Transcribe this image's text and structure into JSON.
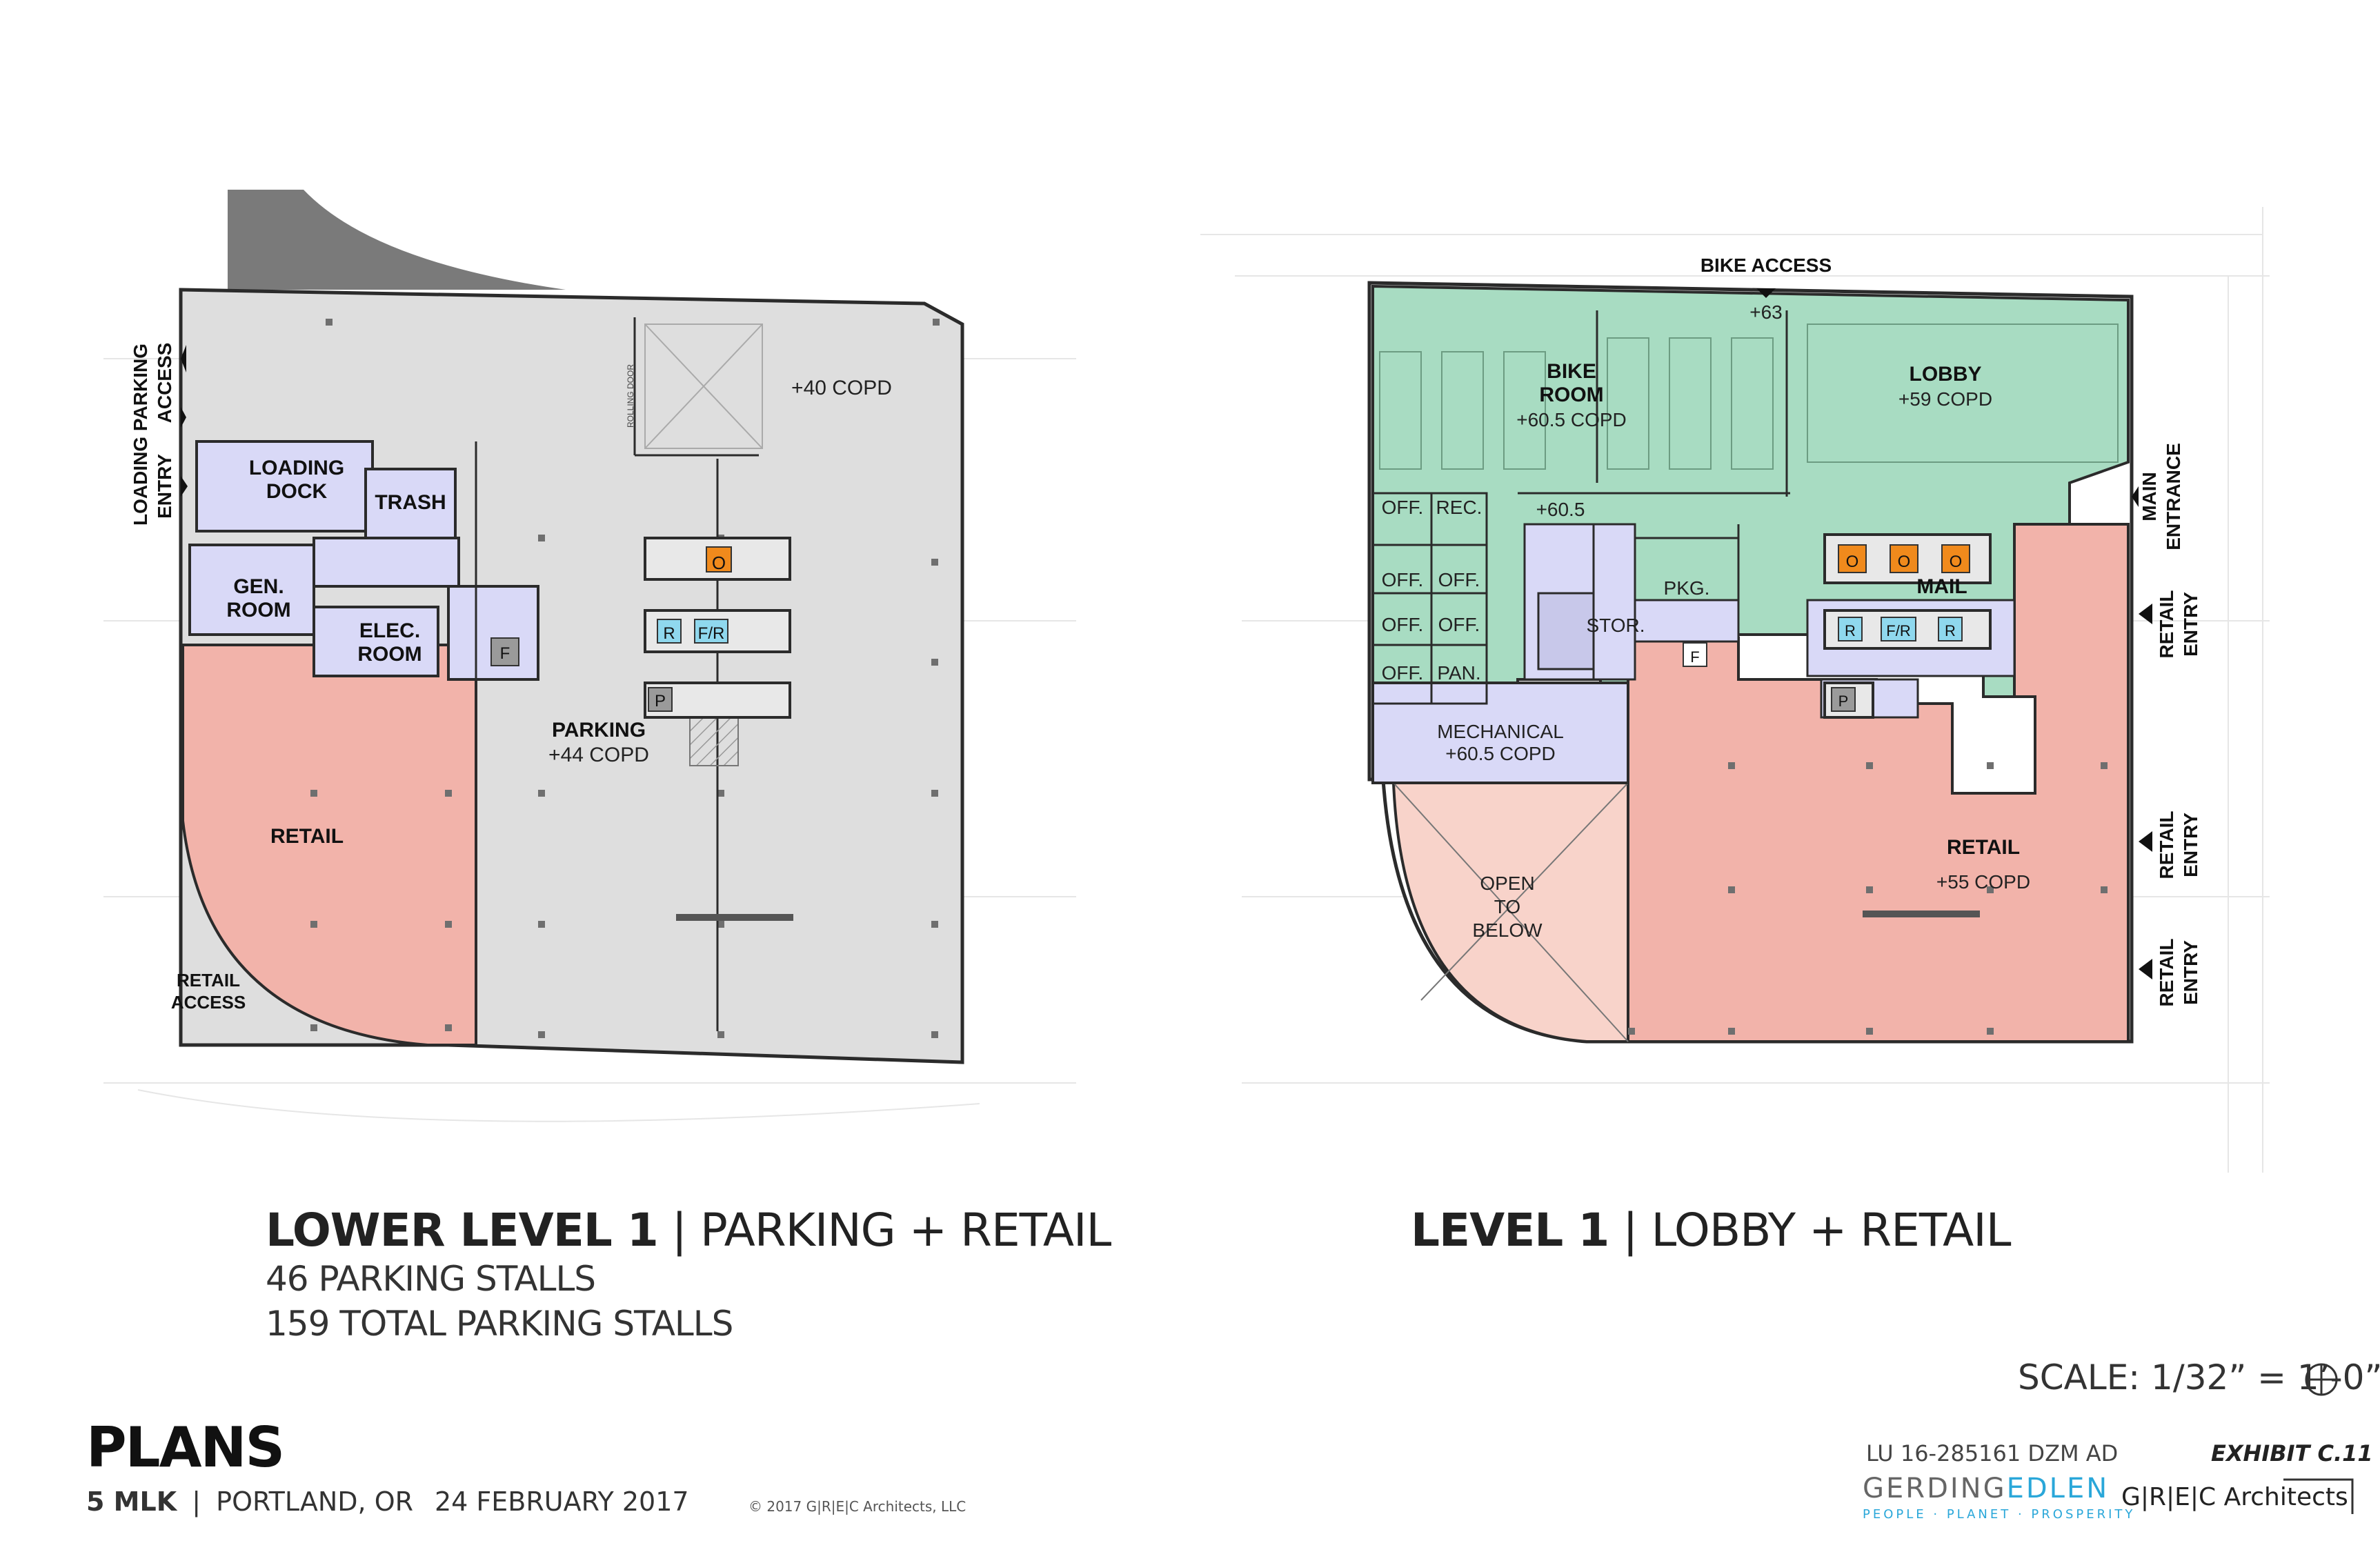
{
  "colors": {
    "parking": "#dedede",
    "service": "#d9d9f7",
    "retail": "#f2b3aa",
    "lobby": "#a8dcc2",
    "open_below": "#f8d3ca",
    "elevator_orange": "#f08a1c",
    "elevator_cyan": "#8fd8ee",
    "wall": "#2b2b2b"
  },
  "plan_left": {
    "labels": {
      "loading_dock_1": "LOADING",
      "loading_dock_2": "DOCK",
      "trash": "TRASH",
      "gen_room_1": "GEN.",
      "gen_room_2": "ROOM",
      "elec_room_1": "ELEC.",
      "elec_room_2": "ROOM",
      "parking": "PARKING",
      "parking_copd": "+44 COPD",
      "copd_top": "+40 COPD",
      "retail": "RETAIL",
      "rolling_door": "ROLLING DOOR",
      "f": "F",
      "p": "P",
      "o": "O",
      "r": "R",
      "fr": "F/R"
    },
    "side": {
      "loading_parking_access_1": "LOADING PARKING",
      "loading_parking_access_2": "ACCESS",
      "entry_1": "ENTRY",
      "retail_access_1": "RETAIL",
      "retail_access_2": "ACCESS"
    }
  },
  "plan_right": {
    "labels": {
      "bike_access": "BIKE ACCESS",
      "plus63": "+63",
      "bike_room_1": "BIKE",
      "bike_room_2": "ROOM",
      "bike_copd": "+60.5 COPD",
      "lobby": "LOBBY",
      "lobby_copd": "+59 COPD",
      "plus60_5": "+60.5",
      "off": "OFF.",
      "rec": "REC.",
      "pan": "PAN.",
      "pkg": "PKG.",
      "mail": "MAIL",
      "stor": "STOR.",
      "mechanical": "MECHANICAL",
      "mech_copd": "+60.5 COPD",
      "open_1": "OPEN",
      "open_2": "TO",
      "open_3": "BELOW",
      "retail": "RETAIL",
      "retail_copd": "+55 COPD",
      "f": "F",
      "p": "P",
      "o": "O",
      "r": "R",
      "fr": "F/R"
    },
    "side": {
      "main_1": "MAIN",
      "main_2": "ENTRANCE",
      "retail": "RETAIL",
      "entry": "ENTRY"
    }
  },
  "captions": {
    "left_bold": "LOWER LEVEL 1",
    "left_sep": "|",
    "left_thin": "PARKING + RETAIL",
    "left_line2": "46 PARKING STALLS",
    "left_line3": "159 TOTAL PARKING STALLS",
    "right_bold": "LEVEL 1",
    "right_sep": "|",
    "right_thin": "LOBBY + RETAIL"
  },
  "scale": "SCALE: 1/32” = 1’-0”",
  "footer": {
    "title": "PLANS",
    "project": "5 MLK",
    "sep": "|",
    "city": "PORTLAND, OR",
    "date": "24  FEBRUARY  2017",
    "copyright": "© 2017 G|R|E|C Architects, LLC",
    "case": "LU 16-285161 DZM AD",
    "exhibit": "EXHIBIT  C.11",
    "brand_1": "GERDING",
    "brand_2": "EDLEN",
    "brand_tag": "PEOPLE · PLANET · PROSPERITY",
    "grec": "G|R|E|C Architects"
  }
}
